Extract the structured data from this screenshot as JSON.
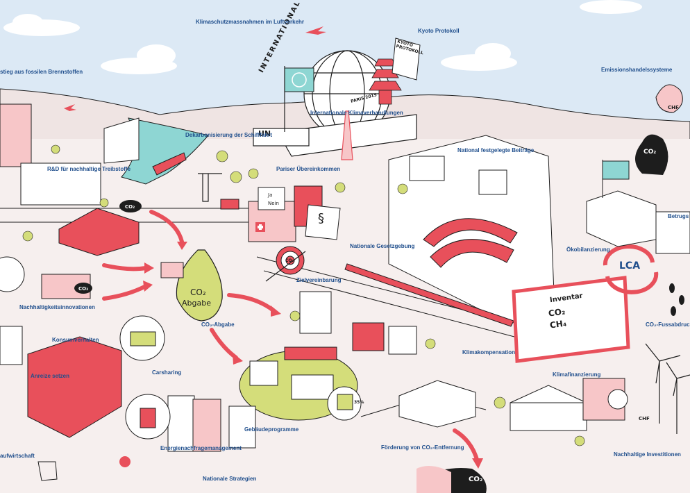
{
  "labels": {
    "luftverkehr": "Klimaschutzmassnahmen im Luftverkehr",
    "kyoto": "Kyoto Protokoll",
    "ausstieg": "stieg aus fossilen Brennstoffen",
    "emissionshandel": "Emissionshandelssysteme",
    "klimaverhandlungen": "Internationale Klimaverhandlungen",
    "schifffahrt": "Dekarbonisierung der Schifffahrt",
    "beitraege": "National festgelegte Beiträge",
    "treibstoffe": "R&D für nachhaltige Treibstoffe",
    "pariser": "Pariser Übereinkommen",
    "betrugs": "Betrugs",
    "gesetzgebung": "Nationale Gesetzgebung",
    "oekobilanz": "Ökobilanzierung",
    "innovationen": "Nachhaltigkeitsinnovationen",
    "zielvereinbarung": "Zielvereinbarung",
    "abgabe": "CO₂-Abgabe",
    "fussabdruck": "CO₂-Fussabdruck",
    "konsum": "Konsumverhalten",
    "kompensation": "Klimakompensation",
    "anreize": "Anreize setzen",
    "carsharing": "Carsharing",
    "finanzierung": "Klimafinanzierung",
    "gebaeude": "Gebäudeprogramme",
    "energie": "Energienachfragemanagement",
    "entfernung": "Förderung von CO₂-Entfernung",
    "kreislauf": "aufwirtschaft",
    "strategien": "Nationale Strategien",
    "investitionen": "Nachhaltige Investitionen"
  },
  "drawn_text": {
    "international": "INTERNATIONAL",
    "un": "UN",
    "paris": "PARIS 2015",
    "kyoto_scroll": "KYOTO PROTOKOLL",
    "co2": "CO₂",
    "abgabe_sack": "Abgabe",
    "ballot_ja": "Ja",
    "ballot_nein": "Nein",
    "paragraph": "§",
    "lca": "LCA",
    "inventar": "Inventar",
    "ch4": "CH₄",
    "chf": "CHF",
    "pct": "35%"
  },
  "colors": {
    "sky": "#dce9f5",
    "ground": "#f6efee",
    "accent_red": "#e8505b",
    "pink": "#f7c6c8",
    "green": "#d4dd7a",
    "water": "#8ed6d3",
    "label_blue": "#1f4e8c",
    "ink": "#1d1d1d"
  }
}
